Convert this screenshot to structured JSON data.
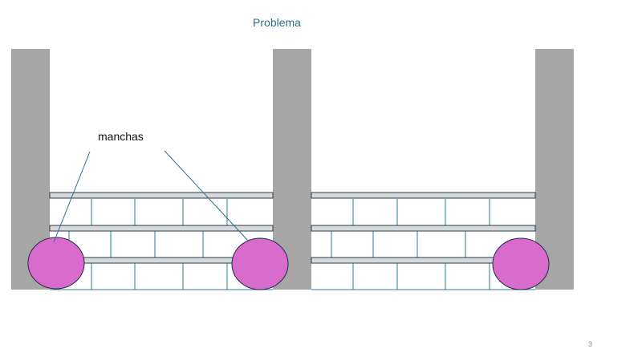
{
  "slide": {
    "title": "Problema",
    "annotation_label": "manchas",
    "page_number": "3"
  },
  "colors": {
    "title_text": "#2e6f90",
    "pillar": "#a6a6a6",
    "brick_line": "#2e7d8c",
    "rail_fill": "#d9d9d9",
    "rail_stroke": "#1f3b4d",
    "stain_fill": "#d86ccc",
    "stain_stroke": "#1f2a44",
    "pointer_line": "#2e6f90"
  }
}
